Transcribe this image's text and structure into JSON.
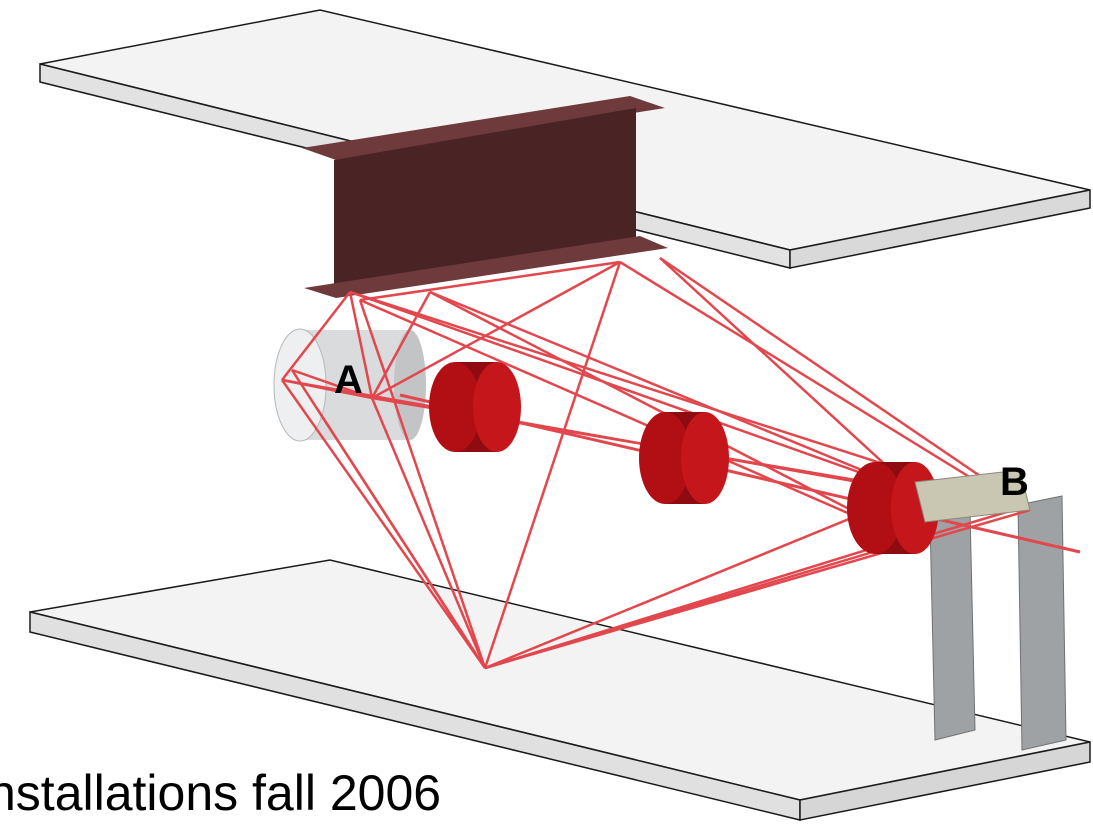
{
  "labels": {
    "point_a": "A",
    "point_b": "B"
  },
  "caption": "nstallations fall 2006",
  "colors": {
    "background": "#ffffff",
    "slab_fill": "#eeeeee",
    "slab_edge": "#1a1a1a",
    "beam_web": "#4a2325",
    "beam_flange": "#6e3a3c",
    "cable": "#e2474d",
    "disk": "#b20f14",
    "cylinder": "#d9dbdc",
    "support_post": "#9fa2a4",
    "platform": "#c9c6b2"
  }
}
